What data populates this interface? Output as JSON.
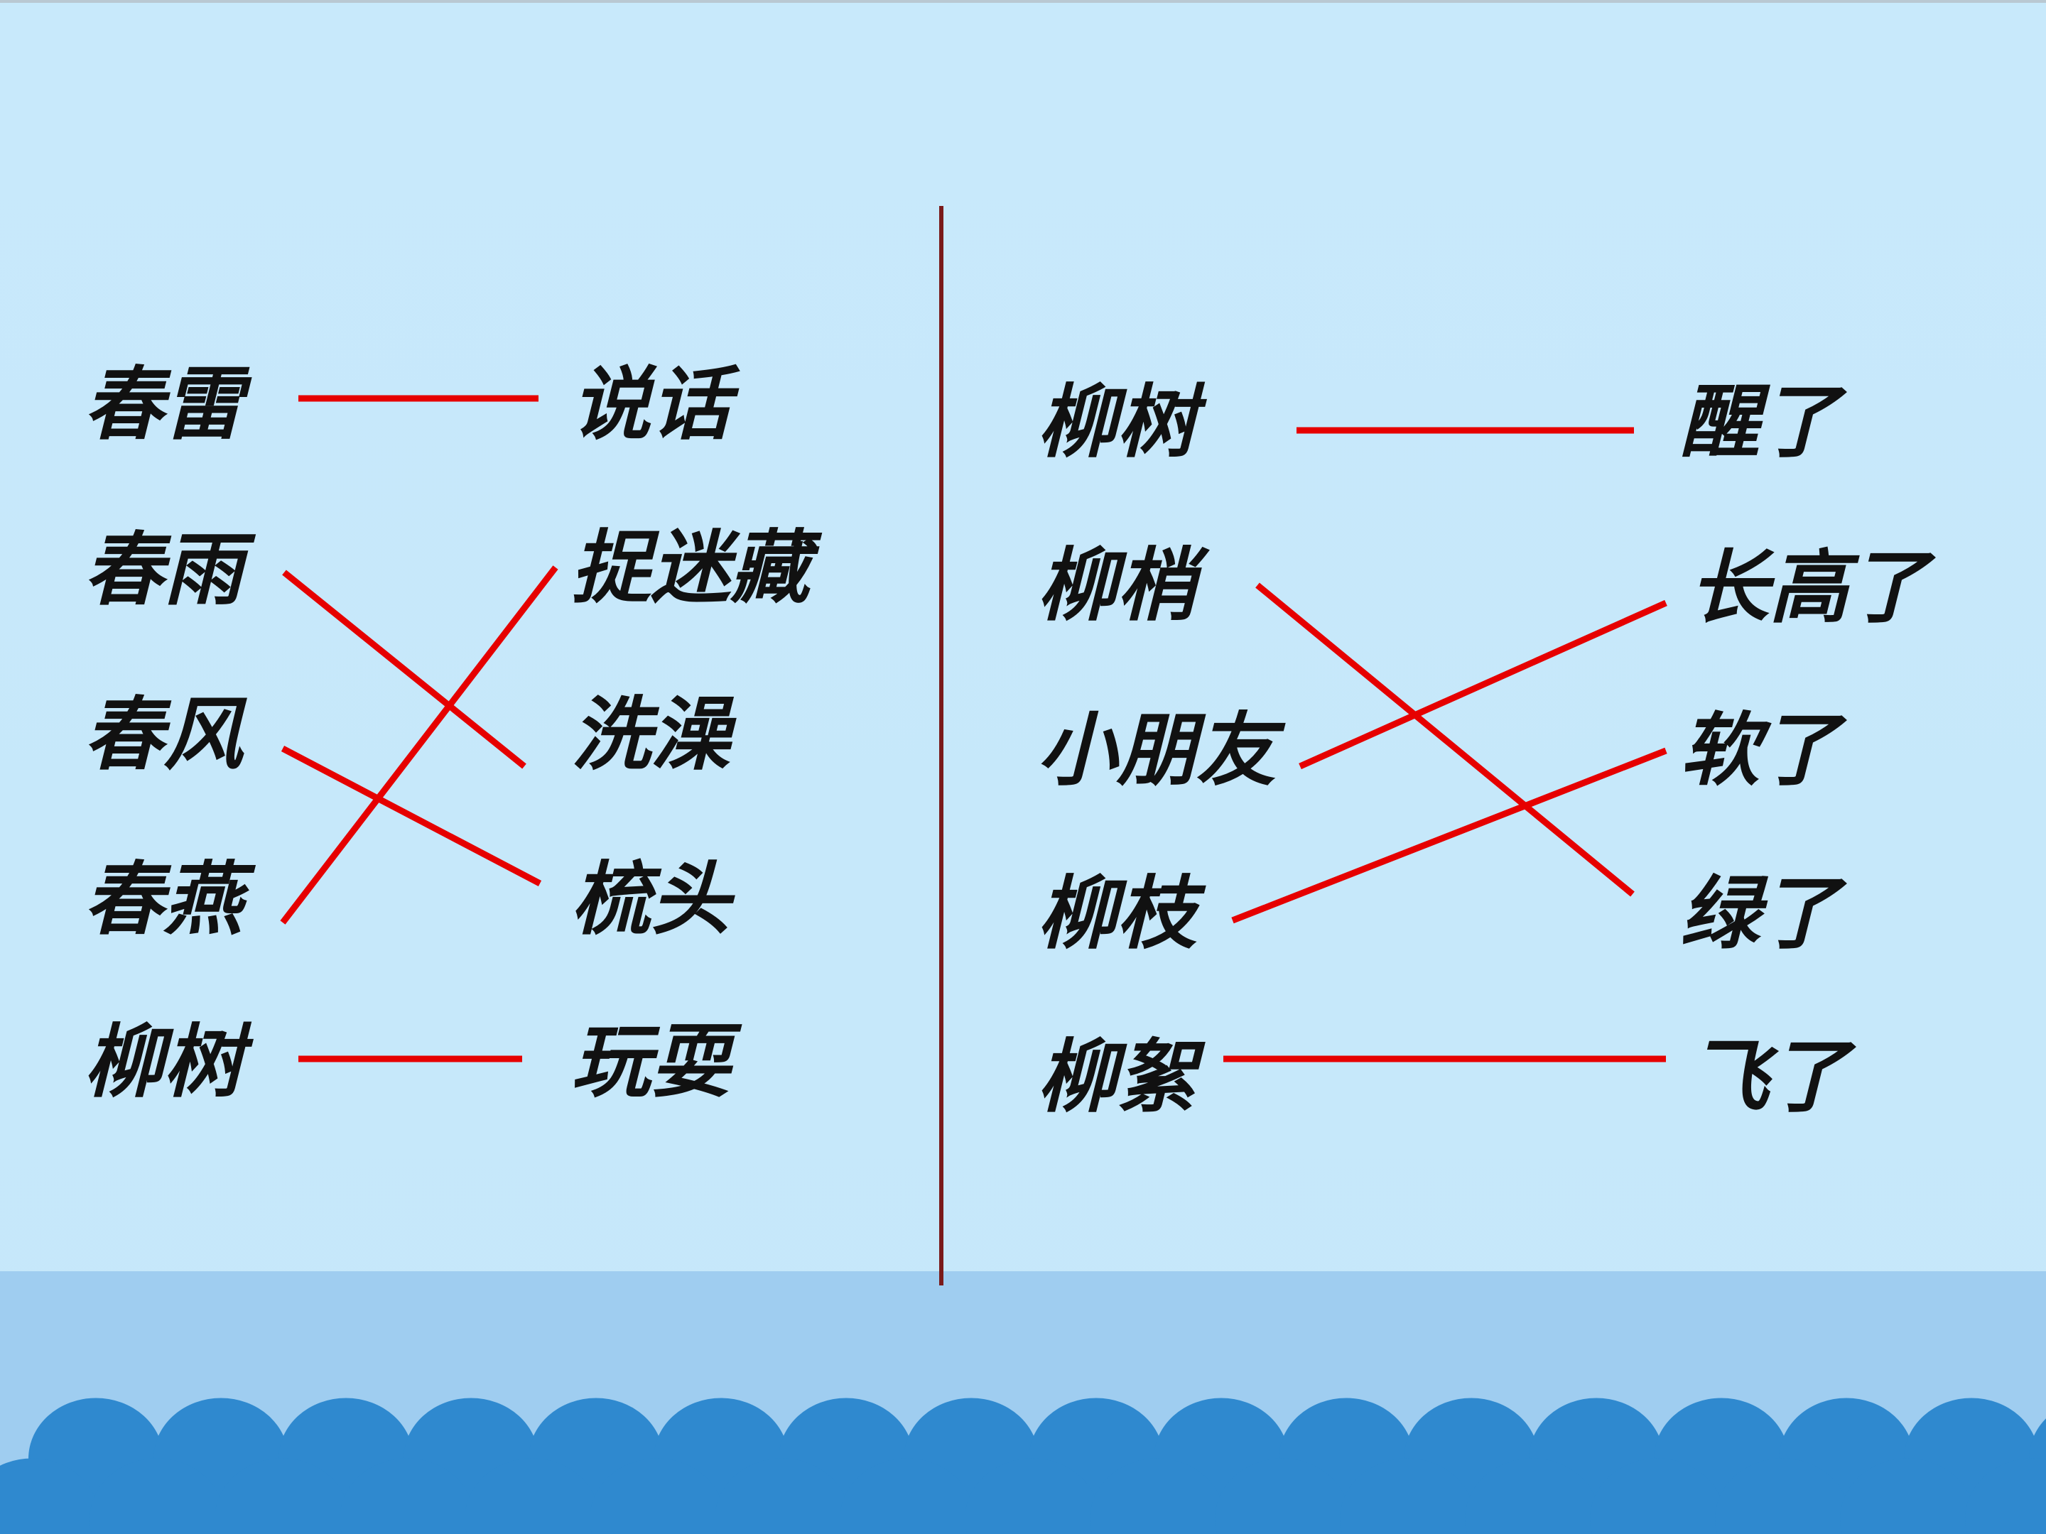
{
  "colors": {
    "background": "#c7e8fb",
    "footer_band": "#9fcdf0",
    "wave": "#2f89cf",
    "match_line": "#e60000",
    "divider": "#7a1a1a",
    "text": "#111111"
  },
  "left_panel": {
    "subjects": [
      "春雷",
      "春雨",
      "春风",
      "春燕",
      "柳树"
    ],
    "actions": [
      "说话",
      "捉迷藏",
      "洗澡",
      "梳头",
      "玩耍"
    ],
    "matches": [
      [
        0,
        0
      ],
      [
        1,
        2
      ],
      [
        2,
        3
      ],
      [
        3,
        1
      ],
      [
        4,
        4
      ]
    ]
  },
  "right_panel": {
    "subjects": [
      "柳树",
      "柳梢",
      "小朋友",
      "柳枝",
      "柳絮"
    ],
    "states": [
      "醒了",
      "长高了",
      "软了",
      "绿了",
      "飞了"
    ],
    "matches": [
      [
        0,
        0
      ],
      [
        1,
        3
      ],
      [
        2,
        1
      ],
      [
        3,
        2
      ],
      [
        4,
        4
      ]
    ]
  }
}
